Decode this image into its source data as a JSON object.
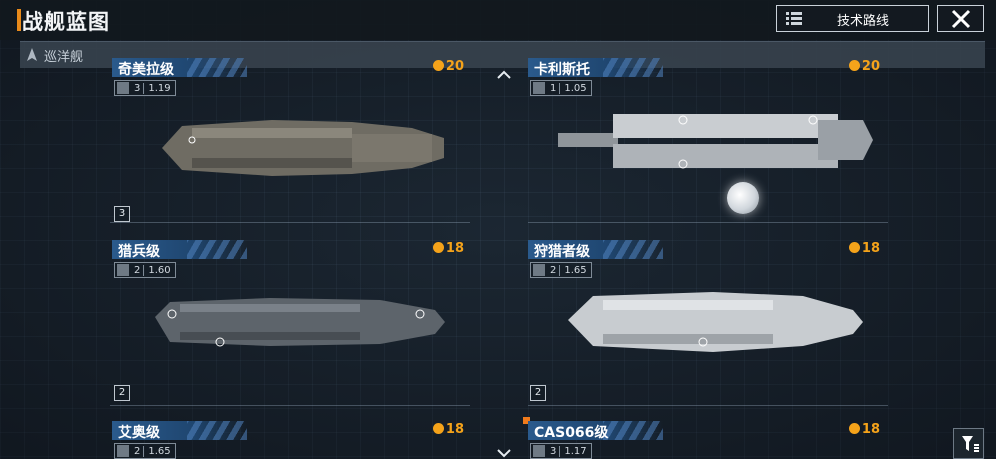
{
  "header": {
    "title": "战舰蓝图",
    "tech_route_label": "技术路线"
  },
  "subheader": {
    "category": "巡洋舰"
  },
  "cards": [
    {
      "name": "奇美拉级",
      "tier": "3",
      "value": "1.19",
      "cost": "20",
      "badge": "3"
    },
    {
      "name": "卡利斯托",
      "tier": "1",
      "value": "1.05",
      "cost": "20",
      "badge": ""
    },
    {
      "name": "猎兵级",
      "tier": "2",
      "value": "1.60",
      "cost": "18",
      "badge": "2"
    },
    {
      "name": "狩猎者级",
      "tier": "2",
      "value": "1.65",
      "cost": "18",
      "badge": "2"
    },
    {
      "name": "艾奥级",
      "tier": "2",
      "value": "1.65",
      "cost": "18",
      "badge": ""
    },
    {
      "name": "CAS066级",
      "tier": "3",
      "value": "1.17",
      "cost": "18",
      "badge": ""
    }
  ],
  "colors": {
    "accent": "#f5a31a",
    "plate_blue": "#2a5a8c",
    "new_marker": "#f07b1c"
  }
}
